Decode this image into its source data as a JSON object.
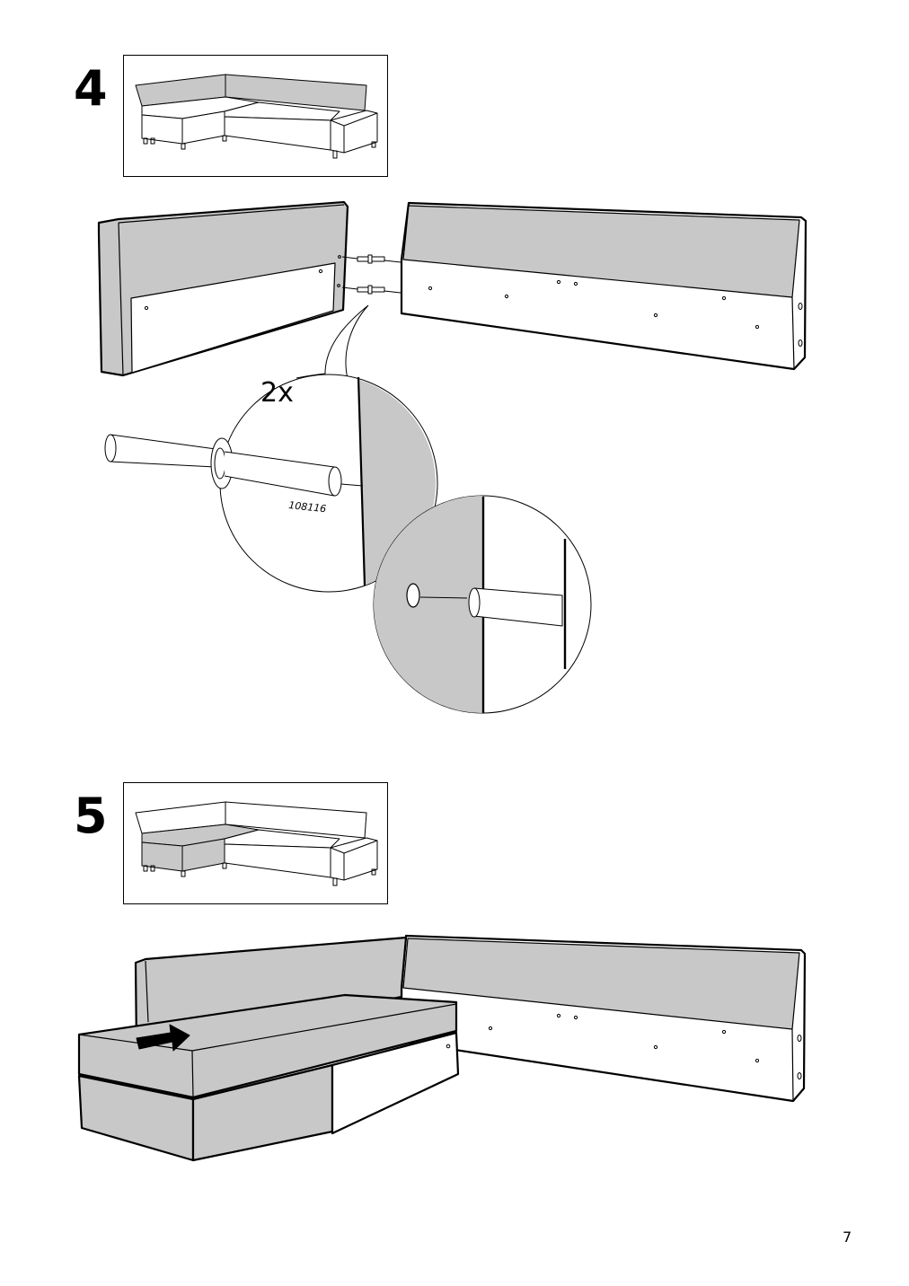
{
  "page": {
    "number": "7"
  },
  "colors": {
    "panel_fill": "#c8c8c8",
    "line": "#000000",
    "background": "#ffffff"
  },
  "steps": [
    {
      "number": "4",
      "quantity": "2x",
      "part_number": "108116",
      "icons": [
        "sofa-overview-icon",
        "dowel-icon",
        "backrest-panel-icon"
      ]
    },
    {
      "number": "5",
      "icons": [
        "sofa-overview-icon",
        "push-arrow-icon",
        "seat-module-icon"
      ]
    }
  ]
}
